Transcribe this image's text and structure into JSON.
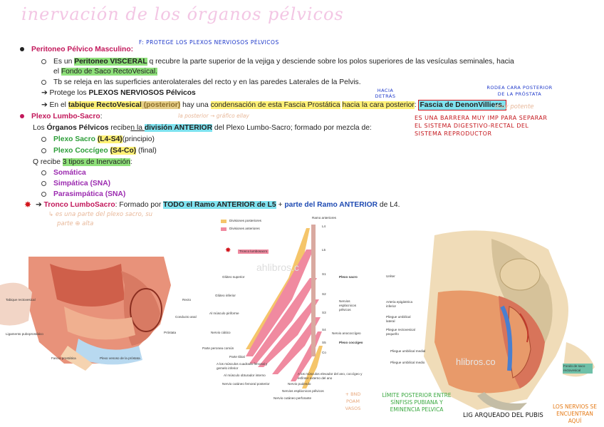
{
  "title": "inervación de los órganos pélvicos",
  "section1": {
    "heading": "Peritoneo Pélvico Masculino:",
    "annot_heading": "F: protege los plexos nerviosos pélvicos",
    "l1_pre": "Es un ",
    "l1_hl": "Peritoneo VISCERAL",
    "l1_post": " q recubre la parte superior de la vejiga y desciende sobre los polos superiores de las vesículas seminales, hacia",
    "l2_pre": "el ",
    "l2_hl": "Fondo de Saco RectoVesical.",
    "l3": "Tb se releja en las superficies anterolaterales del recto y en las paredes Laterales de la Pelvis.",
    "l4_pre": "➔ Protege los ",
    "l4_b": "PLEXOS NERVIOSOS Pélvicos",
    "l5_pre": "➔ En el ",
    "l5_hl1": "tabique RectoVesical",
    "l5_hl2": " (posterior)",
    "l5_mid": " hay una ",
    "l5_hl3": "condensación de esta Fascia Prostática",
    "l5_mid2": " ",
    "l5_hl4": "hacia la cara posterior",
    "l5_colon": ": ",
    "l5_box": "Fascia de DenonVilliers.",
    "annot_hacia": "hacia detrás",
    "annot_rodea": "rodea cara posterior de la próstata",
    "annot_muy": "muy potente",
    "annot_red": "es una barrera muy imp para separar el sistema digestivo-rectal del sistema reproductor",
    "annot_peach1": "la posterior → gráfico ellay"
  },
  "section2": {
    "heading": "Plexo Lumbo-Sacro",
    "heading_colon": ":",
    "l1_pre": "Los ",
    "l1_b": "Órganos Pélvicos",
    "l1_mid": " recibe",
    "l1_u": "n la ",
    "l1_hl": "división ANTERIOR",
    "l1_post": " del Plexo Lumbo-Sacro; formado por mezcla de:",
    "sacro_label": "Plexo Sacro",
    "sacro_hl": "(L4-S4)",
    "sacro_post": "(principio)",
    "cocc_label": "Plexo Coccígeo",
    "cocc_hl": "(S4-Co)",
    "cocc_post": " (final)",
    "q_pre": "Q recibe ",
    "q_hl": "3 tipos de Inervación",
    "q_post": ":",
    "types": [
      "Somática",
      "Simpática (SNA)",
      "Parasimpática (SNA)"
    ],
    "tronco_arrow": "➔ ",
    "tronco_label": "Tronco LumboSacro",
    "tronco_pre": ": Formado por ",
    "tronco_hl1": "TODO el Ramo ANTERIOR de L5",
    "tronco_plus": " + ",
    "tronco_hl2": "parte del Ramo ANTERIOR",
    "tronco_post": " de L4.",
    "annot_peach2a": "↳ es una parte del plexo sacro, su",
    "annot_peach2b": "parte ⊕ alta"
  },
  "fig1": {
    "labels": [
      "Tabique rectovesical",
      "Ligamento puboprostático",
      "Fascia prostática",
      "Plexo venoso de la próstata",
      "Recto",
      "Conducto anal",
      "Próstata"
    ]
  },
  "fig2": {
    "legend": [
      "Divisiones posteriores",
      "Divisiones anteriores"
    ],
    "top_label": "Ramo anteriores",
    "tronco_tag": "Tronco lumbosacro",
    "levels": [
      "L4",
      "L5",
      "S1",
      "S2",
      "S3",
      "S4",
      "S5",
      "Co"
    ],
    "left_labels": [
      "Glúteo superior",
      "Glúteo inferior",
      "Al músculo piriforme",
      "Nervio ciático",
      "Parte peronea común",
      "Parte tibial",
      "A los músculos cuadrado femoral y gemelo inferior",
      "Al músculo obturador interno",
      "Nervio cutáneo femoral posterior"
    ],
    "right_labels": [
      "Plexo sacro",
      "Nervios esplácnicos pélvicos",
      "Nervio anococcígeo",
      "Plexo coccígeo",
      "A los músculos elevador del ano, coccígeo y esfínter externo del ano",
      "Nervio pudendo",
      "Nervios esplácnicos pélvicos",
      "Nervio cutáneo perforante"
    ],
    "watermark": "ahlibros.c"
  },
  "fig3": {
    "left_labels": [
      "Uréter",
      "Arteria epigástrica inferior",
      "Pliegue umbilical lateral",
      "Pliegue rectovesical pequeño",
      "Pliegue umbilical medial",
      "Pliegue umbilical medio"
    ],
    "right_label": "Fondo de saco rectovesical",
    "watermark": "hlibros.co"
  },
  "bottom_annots": {
    "small_orange": "+ bnd poam vasos",
    "green": "límite posterior entre sínfisis pubiana y eminencia pelvica",
    "black": "lig arqueado del pubis",
    "orange": "los nervios se encuentran aquí"
  },
  "colors": {
    "pink": "#c2185b",
    "green": "#2e9e3a",
    "purple": "#9c2bb0",
    "hl_green": "#8ee07a",
    "hl_yellow": "#fff176",
    "hl_cyan": "#7fe3f0",
    "hand_blue": "#1a35c9",
    "hand_red": "#c4161c"
  }
}
